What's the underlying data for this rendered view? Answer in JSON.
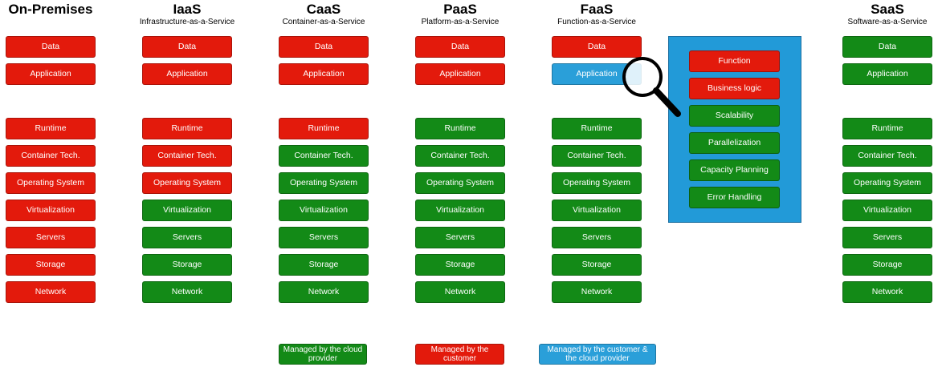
{
  "colors": {
    "customer": "#e31a0c",
    "provider": "#138a17",
    "shared": "#2a9fd9",
    "panel": "#229ad8"
  },
  "columns": [
    {
      "title": "On-Premises",
      "subtitle": "",
      "items": [
        {
          "label": "Data",
          "c": "red"
        },
        {
          "label": "Application",
          "c": "red"
        },
        {
          "label": "Runtime",
          "c": "red"
        },
        {
          "label": "Container Tech.",
          "c": "red"
        },
        {
          "label": "Operating System",
          "c": "red"
        },
        {
          "label": "Virtualization",
          "c": "red"
        },
        {
          "label": "Servers",
          "c": "red"
        },
        {
          "label": "Storage",
          "c": "red"
        },
        {
          "label": "Network",
          "c": "red"
        }
      ]
    },
    {
      "title": "IaaS",
      "subtitle": "Infrastructure-as-a-Service",
      "items": [
        {
          "label": "Data",
          "c": "red"
        },
        {
          "label": "Application",
          "c": "red"
        },
        {
          "label": "Runtime",
          "c": "red"
        },
        {
          "label": "Container Tech.",
          "c": "red"
        },
        {
          "label": "Operating System",
          "c": "red"
        },
        {
          "label": "Virtualization",
          "c": "green"
        },
        {
          "label": "Servers",
          "c": "green"
        },
        {
          "label": "Storage",
          "c": "green"
        },
        {
          "label": "Network",
          "c": "green"
        }
      ]
    },
    {
      "title": "CaaS",
      "subtitle": "Container-as-a-Service",
      "items": [
        {
          "label": "Data",
          "c": "red"
        },
        {
          "label": "Application",
          "c": "red"
        },
        {
          "label": "Runtime",
          "c": "red"
        },
        {
          "label": "Container Tech.",
          "c": "green"
        },
        {
          "label": "Operating System",
          "c": "green"
        },
        {
          "label": "Virtualization",
          "c": "green"
        },
        {
          "label": "Servers",
          "c": "green"
        },
        {
          "label": "Storage",
          "c": "green"
        },
        {
          "label": "Network",
          "c": "green"
        }
      ]
    },
    {
      "title": "PaaS",
      "subtitle": "Platform-as-a-Service",
      "items": [
        {
          "label": "Data",
          "c": "red"
        },
        {
          "label": "Application",
          "c": "red"
        },
        {
          "label": "Runtime",
          "c": "green"
        },
        {
          "label": "Container Tech.",
          "c": "green"
        },
        {
          "label": "Operating System",
          "c": "green"
        },
        {
          "label": "Virtualization",
          "c": "green"
        },
        {
          "label": "Servers",
          "c": "green"
        },
        {
          "label": "Storage",
          "c": "green"
        },
        {
          "label": "Network",
          "c": "green"
        }
      ]
    },
    {
      "title": "FaaS",
      "subtitle": "Function-as-a-Service",
      "items": [
        {
          "label": "Data",
          "c": "red"
        },
        {
          "label": "Application",
          "c": "blue"
        },
        {
          "label": "Runtime",
          "c": "green"
        },
        {
          "label": "Container Tech.",
          "c": "green"
        },
        {
          "label": "Operating System",
          "c": "green"
        },
        {
          "label": "Virtualization",
          "c": "green"
        },
        {
          "label": "Servers",
          "c": "green"
        },
        {
          "label": "Storage",
          "c": "green"
        },
        {
          "label": "Network",
          "c": "green"
        }
      ]
    },
    {
      "title": "SaaS",
      "subtitle": "Software-as-a-Service",
      "items": [
        {
          "label": "Data",
          "c": "green"
        },
        {
          "label": "Application",
          "c": "green"
        },
        {
          "label": "Runtime",
          "c": "green"
        },
        {
          "label": "Container Tech.",
          "c": "green"
        },
        {
          "label": "Operating System",
          "c": "green"
        },
        {
          "label": "Virtualization",
          "c": "green"
        },
        {
          "label": "Servers",
          "c": "green"
        },
        {
          "label": "Storage",
          "c": "green"
        },
        {
          "label": "Network",
          "c": "green"
        }
      ]
    }
  ],
  "faas_detail": [
    {
      "label": "Function",
      "c": "red"
    },
    {
      "label": "Business logic",
      "c": "red"
    },
    {
      "label": "Scalability",
      "c": "green"
    },
    {
      "label": "Parallelization",
      "c": "green"
    },
    {
      "label": "Capacity Planning",
      "c": "green"
    },
    {
      "label": "Error Handling",
      "c": "green"
    }
  ],
  "legend": {
    "provider": "Managed by the cloud provider",
    "customer": "Managed by the customer",
    "shared": "Managed by the customer & the cloud provider"
  }
}
